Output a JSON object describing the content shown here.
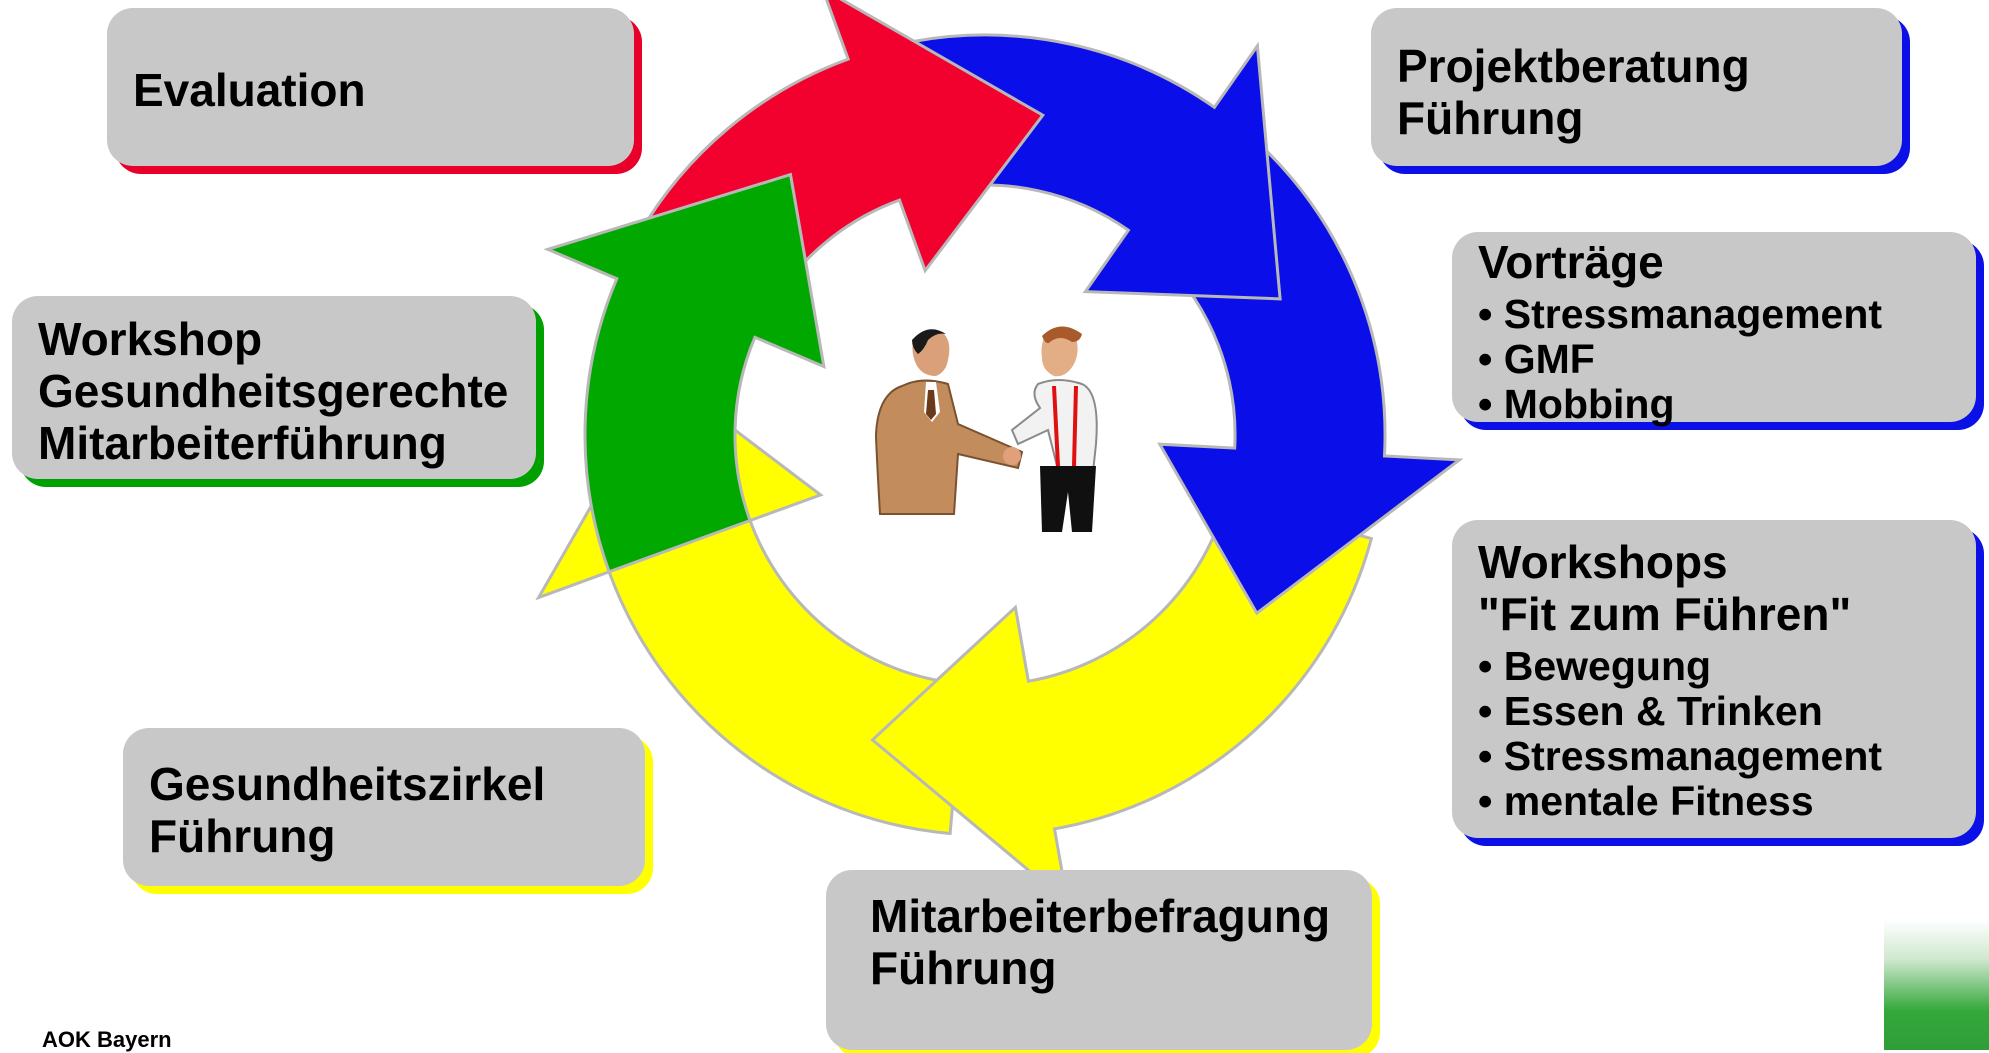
{
  "boxes": {
    "evaluation": {
      "title": "Evaluation"
    },
    "projektberatung": {
      "title": "Projektberatung\nFührung"
    },
    "vortraege": {
      "title": "Vorträge",
      "items": [
        "Stressmanagement",
        "GMF",
        "Mobbing"
      ]
    },
    "workshops_fit": {
      "title": "Workshops\n\"Fit zum Führen\"",
      "items": [
        "Bewegung",
        "Essen & Trinken",
        "Stressmanagement",
        "mentale Fitness"
      ]
    },
    "workshop_mitarbeiterfuehrung": {
      "title": "Workshop\nGesundheitsgerechte\nMitarbeiterführung"
    },
    "gesundheitszirkel": {
      "title": "Gesundheitszirkel\nFührung"
    },
    "mitarbeiterbefragung": {
      "title": "Mitarbeiterbefragung\nFührung"
    }
  },
  "footer": {
    "label": "AOK Bayern"
  },
  "colors": {
    "red": "#f2002e",
    "blue": "#0a0ee8",
    "green": "#00a800",
    "yellow": "#ffff00",
    "box_fill": "#c8c8c8",
    "logo_green": "#2f9d38"
  },
  "icons": {
    "center": "handshake-illustration"
  }
}
